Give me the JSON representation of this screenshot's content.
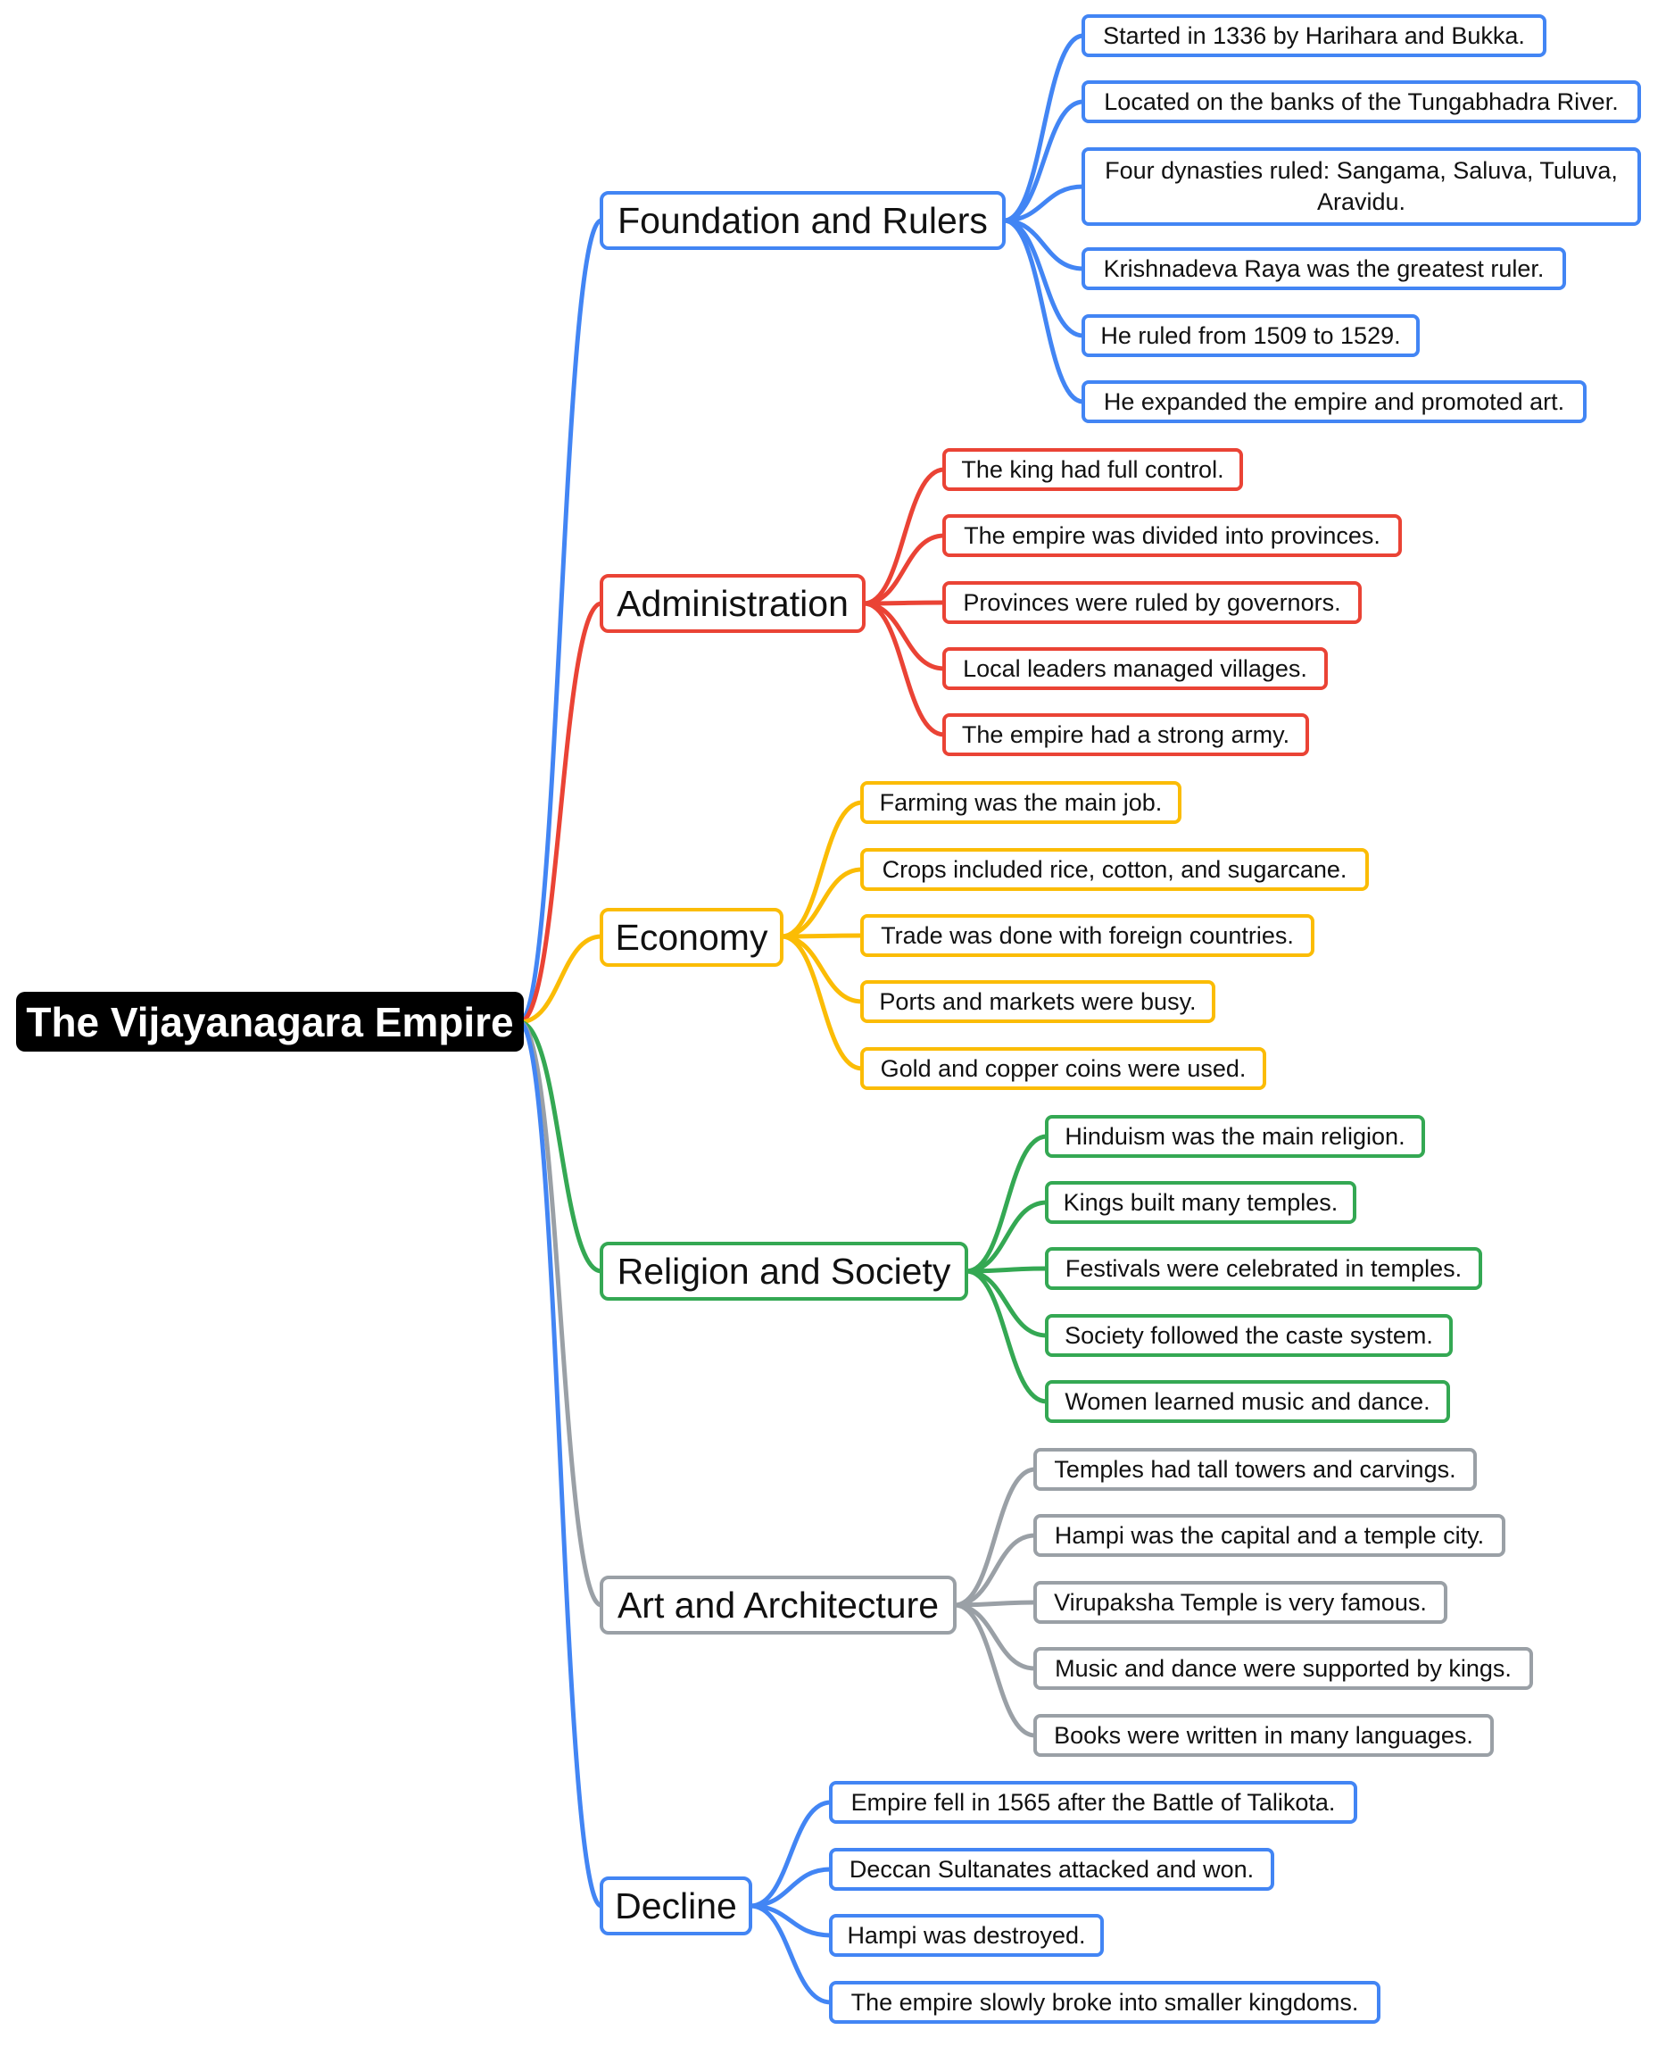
{
  "title": "The Vijayanagara Empire",
  "colors": {
    "blue": "#4285f4",
    "red": "#ea4335",
    "yellow": "#fbbc05",
    "green": "#34a853",
    "gray": "#9aa0a6",
    "root_bg": "#000000"
  },
  "branches": [
    {
      "label": "Foundation and Rulers",
      "color": "blue",
      "items": [
        "Started in 1336 by Harihara and Bukka.",
        "Located on the banks of the Tungabhadra River.",
        "Four dynasties ruled: Sangama, Saluva, Tuluva, Aravidu.",
        "Krishnadeva Raya was the greatest ruler.",
        "He ruled from 1509 to 1529.",
        "He expanded the empire and promoted art."
      ]
    },
    {
      "label": "Administration",
      "color": "red",
      "items": [
        "The king had full control.",
        "The empire was divided into provinces.",
        "Provinces were ruled by governors.",
        "Local leaders managed villages.",
        "The empire had a strong army."
      ]
    },
    {
      "label": "Economy",
      "color": "yellow",
      "items": [
        "Farming was the main job.",
        "Crops included rice, cotton, and sugarcane.",
        "Trade was done with foreign countries.",
        "Ports and markets were busy.",
        "Gold and copper coins were used."
      ]
    },
    {
      "label": "Religion and Society",
      "color": "green",
      "items": [
        "Hinduism was the main religion.",
        "Kings built many temples.",
        "Festivals were celebrated in temples.",
        "Society followed the caste system.",
        "Women learned music and dance."
      ]
    },
    {
      "label": "Art and Architecture",
      "color": "gray",
      "items": [
        "Temples had tall towers and carvings.",
        "Hampi was the capital and a temple city.",
        "Virupaksha Temple is very famous.",
        "Music and dance were supported by kings.",
        "Books were written in many languages."
      ]
    },
    {
      "label": "Decline",
      "color": "blue",
      "items": [
        "Empire fell in 1565 after the Battle of Talikota.",
        "Deccan Sultanates attacked and won.",
        "Hampi was destroyed.",
        "The empire slowly broke into smaller kingdoms."
      ]
    }
  ]
}
